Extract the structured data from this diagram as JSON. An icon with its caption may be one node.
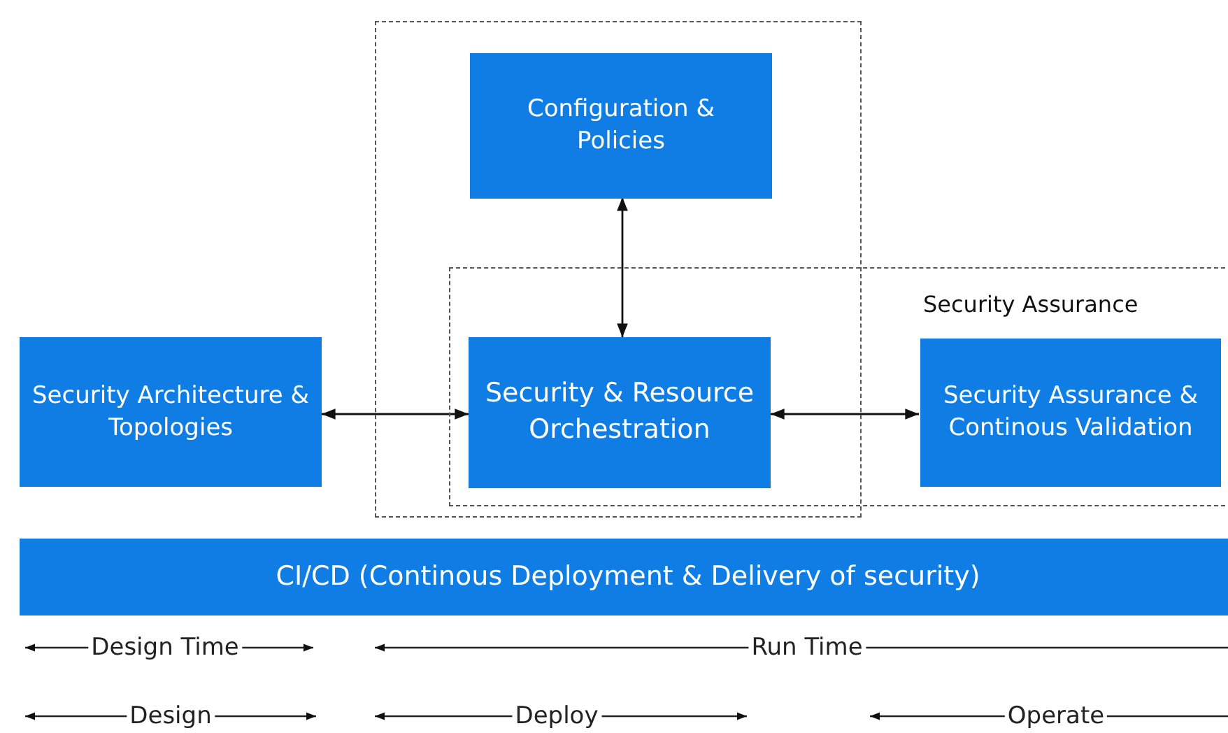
{
  "diagram": {
    "nodes": [
      {
        "text": [],
        "shape": "box"
      },
      {
        "text": [
          "Configuration & Policies"
        ],
        "in": 0
      },
      {
        "text": [
          "Security Assurance"
        ]
      },
      {
        "text": [
          "Security Architecture & Topologies"
        ]
      },
      {
        "text": [
          "Security & Resource Orchestration"
        ]
      },
      {
        "text": [
          "Security Assurance & Continous Validation"
        ],
        "in": 2
      },
      {
        "text": [
          "CI/CD (Continous Deployment & Delivery of security)"
        ]
      }
    ],
    "edges": [
      {
        "from": 1,
        "to": 4,
        "arrow": "both"
      },
      {
        "from": 3,
        "to": 4,
        "arrow": "both"
      },
      {
        "from": 4,
        "to": 5,
        "arrow": "both"
      }
    ],
    "labels": [
      "Design Time",
      "Run Time",
      "Design",
      "Deploy",
      "Operate"
    ]
  }
}
